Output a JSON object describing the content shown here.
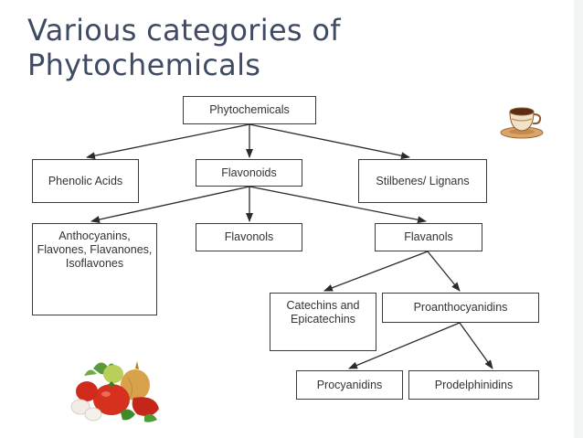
{
  "slide": {
    "title": "Various categories of Phytochemicals"
  },
  "nodes": {
    "phytochemicals": "Phytochemicals",
    "phenolic_acids": "Phenolic Acids",
    "flavonoids": "Flavonoids",
    "stilbenes_lignans": "Stilbenes/ Lignans",
    "anthocyanins_group": "Anthocyanins,\nFlavones, Flavanones,\nIsoflavones",
    "flavonols": "Flavonols",
    "flavanols": "Flavanols",
    "catechins": "Catechins and\nEpicatechins",
    "proanthocyanidins": "Proanthocyanidins",
    "procyanidins": "Procyanidins",
    "prodelphinidins": "Prodelphinidins"
  },
  "edges": [
    [
      "phytochemicals",
      "phenolic_acids"
    ],
    [
      "phytochemicals",
      "flavonoids"
    ],
    [
      "phytochemicals",
      "stilbenes_lignans"
    ],
    [
      "flavonoids",
      "anthocyanins_group"
    ],
    [
      "flavonoids",
      "flavonols"
    ],
    [
      "flavonoids",
      "flavanols"
    ],
    [
      "flavanols",
      "catechins"
    ],
    [
      "flavanols",
      "proanthocyanidins"
    ],
    [
      "proanthocyanidins",
      "procyanidins"
    ],
    [
      "proanthocyanidins",
      "prodelphinidins"
    ]
  ],
  "images": {
    "teacup": "teacup-icon",
    "vegetables": "vegetables-image"
  },
  "colors": {
    "title": "#3f4a63",
    "box_border": "#3a3a3a",
    "arrow": "#2b2b2b"
  }
}
